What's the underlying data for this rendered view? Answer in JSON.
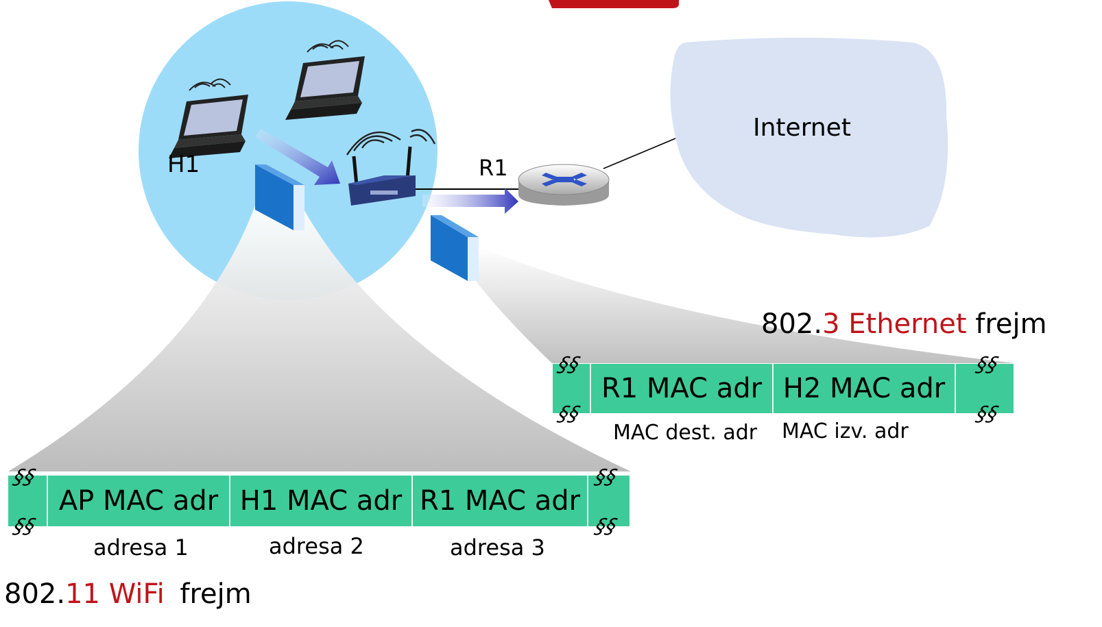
{
  "nodes": {
    "h1": "H1",
    "r1": "R1",
    "internet": "Internet"
  },
  "wifi_frame": {
    "title_prefix": "802.",
    "title_num": "11",
    "title_name": "WiFi",
    "title_suffix": "frejm",
    "fields": [
      "AP MAC adr",
      "H1 MAC adr",
      "R1 MAC adr"
    ],
    "field_labels": [
      "adresa 1",
      "adresa 2",
      "adresa 3"
    ]
  },
  "ethernet_frame": {
    "title_prefix": "802.",
    "title_num": "3",
    "title_name": "Ethernet",
    "title_suffix": "frejm",
    "fields": [
      "R1 MAC adr",
      "H2 MAC adr"
    ],
    "field_labels": [
      "MAC dest. adr",
      "MAC izv. adr"
    ]
  },
  "break_mark": "§§",
  "colors": {
    "bss_circle": "#9ddcf8",
    "internet_cloud": "#d9e3f4",
    "frame_cell": "#3ecb9a",
    "accent_red": "#c0141a",
    "arrow_blue": "#3a3fbf"
  }
}
